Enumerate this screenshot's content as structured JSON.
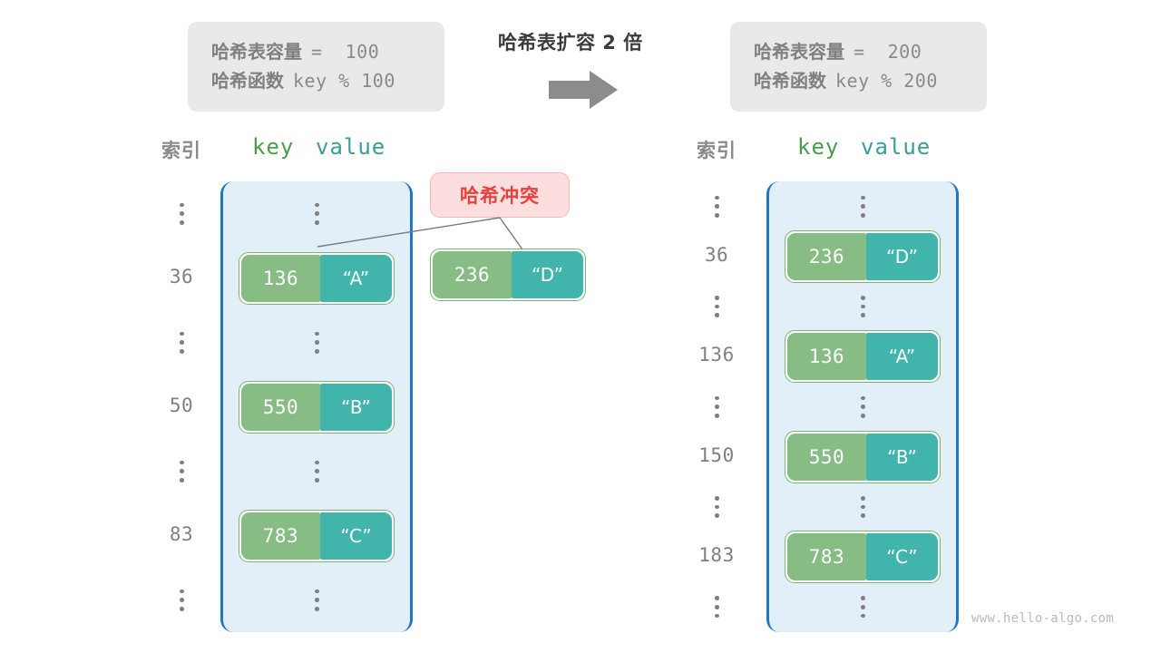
{
  "watermark": "www.hello-algo.com",
  "transition": {
    "title": "哈希表扩容 2 倍",
    "arrow_icon": "right-arrow-icon"
  },
  "colors": {
    "bucket_fill": "#e2eff9",
    "bucket_border": "#1f77c4",
    "key_cell": "#87bd85",
    "value_cell": "#41b5ac",
    "pair_border": "#7bb56f",
    "callout_fill": "#fbdedd",
    "callout_text": "#e8413c",
    "info_box_fill": "#e9e9e9",
    "index_text": "#808080",
    "key_head_text": "#4a9e4a",
    "value_head_text": "#3a9e96"
  },
  "before": {
    "info": {
      "capacity_label": "哈希表容量",
      "capacity_value": "=  100",
      "function_label": "哈希函数",
      "function_value": "key % 100"
    },
    "headers": {
      "index": "索引",
      "key": "key",
      "value": "value"
    },
    "rows": [
      {
        "type": "ellipsis",
        "index": "",
        "key": "",
        "value": ""
      },
      {
        "type": "entry",
        "index": "36",
        "key": "136",
        "value": "“A”"
      },
      {
        "type": "ellipsis",
        "index": "",
        "key": "",
        "value": ""
      },
      {
        "type": "entry",
        "index": "50",
        "key": "550",
        "value": "“B”"
      },
      {
        "type": "ellipsis",
        "index": "",
        "key": "",
        "value": ""
      },
      {
        "type": "entry",
        "index": "83",
        "key": "783",
        "value": "“C”"
      },
      {
        "type": "ellipsis",
        "index": "",
        "key": "",
        "value": ""
      }
    ],
    "collision": {
      "label": "哈希冲突",
      "key": "236",
      "value": "“D”"
    }
  },
  "after": {
    "info": {
      "capacity_label": "哈希表容量",
      "capacity_value": "=  200",
      "function_label": "哈希函数",
      "function_value": "key % 200"
    },
    "headers": {
      "index": "索引",
      "key": "key",
      "value": "value"
    },
    "rows": [
      {
        "type": "ellipsis",
        "index": "",
        "key": "",
        "value": ""
      },
      {
        "type": "entry",
        "index": "36",
        "key": "236",
        "value": "“D”"
      },
      {
        "type": "ellipsis",
        "index": "",
        "key": "",
        "value": ""
      },
      {
        "type": "entry",
        "index": "136",
        "key": "136",
        "value": "“A”"
      },
      {
        "type": "ellipsis",
        "index": "",
        "key": "",
        "value": ""
      },
      {
        "type": "entry",
        "index": "150",
        "key": "550",
        "value": "“B”"
      },
      {
        "type": "ellipsis",
        "index": "",
        "key": "",
        "value": ""
      },
      {
        "type": "entry",
        "index": "183",
        "key": "783",
        "value": "“C”"
      },
      {
        "type": "ellipsis",
        "index": "",
        "key": "",
        "value": ""
      }
    ]
  }
}
